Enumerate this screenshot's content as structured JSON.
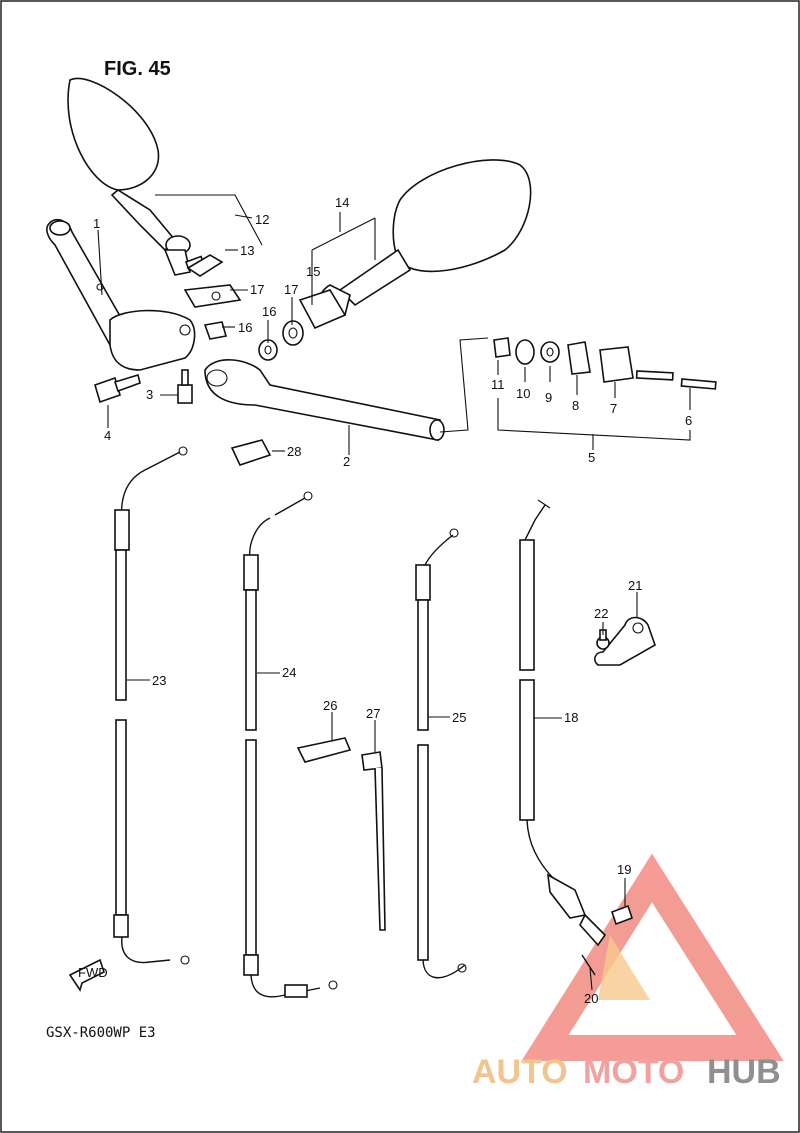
{
  "figure_title": "FIG. 45",
  "model_code": "GSX-R600WP  E3",
  "direction_arrow": "FWD",
  "watermark": {
    "part1": "AUTO",
    "part2": "MOTO",
    "part3": "HUB",
    "color_red": "#f28b82",
    "color_orange": "#f5c07a",
    "color_gray": "#8c8c8c"
  },
  "callouts": [
    "1",
    "2",
    "3",
    "4",
    "5",
    "6",
    "7",
    "8",
    "9",
    "10",
    "11",
    "12",
    "13",
    "14",
    "15",
    "16",
    "16",
    "17",
    "17",
    "18",
    "19",
    "20",
    "21",
    "22",
    "23",
    "24",
    "25",
    "26",
    "27",
    "28"
  ]
}
